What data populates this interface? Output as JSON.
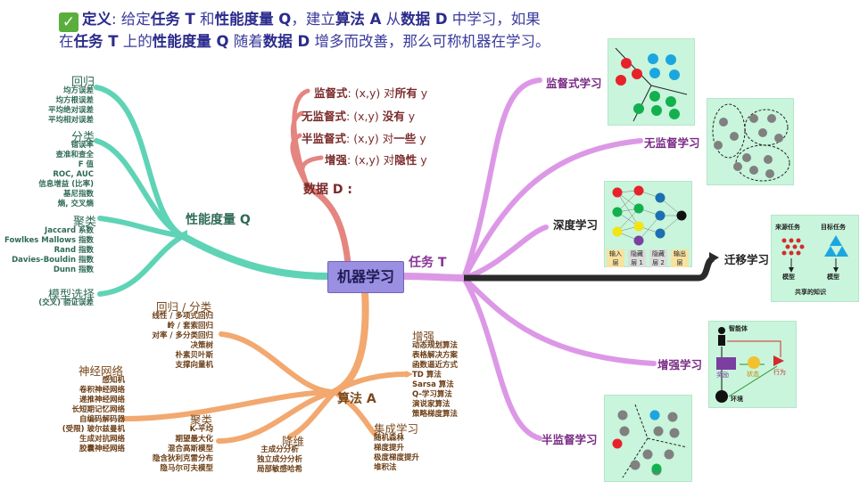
{
  "definition": {
    "line1_parts": [
      "定义",
      ": 给定",
      "任务 T",
      " 和",
      "性能度量 Q",
      "，建立",
      "算法 A",
      " 从",
      "数据 D",
      " 中学习，如果"
    ],
    "line2_parts": [
      "在",
      "任务 T",
      " 上的",
      "性能度量 Q",
      " 随着",
      "数据 D",
      " 增多而改善，那么可称机器在学习。"
    ]
  },
  "center": "机器学习",
  "performance": {
    "label": "性能度量 Q",
    "regression": {
      "title": "回归",
      "items": [
        "均方误差",
        "均方根误差",
        "平均绝对误差",
        "平均相对误差"
      ]
    },
    "classification": {
      "title": "分类",
      "items": [
        "错误率",
        "查准和查全",
        "F 值",
        "ROC, AUC",
        "信息增益 (比率)",
        "基尼指数",
        "熵, 交叉熵"
      ]
    },
    "clustering": {
      "title": "聚类",
      "items": [
        "Jaccard 系数",
        "Fowlkes Mallows 指数",
        "Rand 指数",
        "Davies-Bouldin 指数",
        "Dunn 指数"
      ]
    },
    "model_selection": {
      "title": "模型选择",
      "items": [
        "(交叉) 验证误差"
      ]
    }
  },
  "data": {
    "label": "数据 D :",
    "items": [
      {
        "term": "监督式",
        "desc": ": (x,y) 对",
        "emph": "所有",
        "tail": " y"
      },
      {
        "term": "无监督式",
        "desc": ": (x,y) ",
        "emph": "没有",
        "tail": " y"
      },
      {
        "term": "半监督式",
        "desc": ": (x,y) 对",
        "emph": "一些",
        "tail": " y"
      },
      {
        "term": "增强",
        "desc": ": (x,y) 对",
        "emph": "隐性",
        "tail": " y"
      }
    ]
  },
  "tasks": {
    "label": "任务 T",
    "supervised": "监督式学习",
    "unsupervised": "无监督学习",
    "deep": "深度学习",
    "transfer": "迁移学习",
    "reinforcement": "增强学习",
    "semi": "半监督学习",
    "nn_layers": [
      "输入层",
      "隐藏层 1",
      "隐藏层 2",
      "输出层"
    ],
    "transfer_panel": {
      "source": "来源任务",
      "target": "目标任务",
      "model": "模型",
      "shared": "共享的知识"
    },
    "rl_panel": {
      "agent": "智能体",
      "reward": "奖励",
      "state": "状态",
      "action": "行为",
      "env": "环境"
    }
  },
  "algorithm": {
    "label": "算法 A",
    "reg_cls": {
      "title": "回归 / 分类",
      "items": [
        "线性 / 多项式回归",
        "岭 / 套索回归",
        "对率 / 多分类回归",
        "决策树",
        "朴素贝叶斯",
        "支撑向量机"
      ]
    },
    "neural": {
      "title": "神经网络",
      "items": [
        "感知机",
        "卷积神经网络",
        "递推神经网络",
        "长短期记忆网络",
        "自编码解码器",
        "(受限) 玻尔兹曼机",
        "生成对抗网络",
        "胶囊神经网络"
      ]
    },
    "cluster": {
      "title": "聚类",
      "items": [
        "K-平均",
        "期望最大化",
        "混合高斯模型",
        "隐含狄利克雷分布",
        "隐马尔可夫模型"
      ]
    },
    "dimred": {
      "title": "降维",
      "items": [
        "主成分分析",
        "独立成分分析",
        "局部敏感哈希"
      ]
    },
    "ensemble": {
      "title": "集成学习",
      "items": [
        "随机森林",
        "梯度提升",
        "极度梯度提升",
        "堆积法"
      ]
    },
    "reinforce": {
      "title": "增强",
      "items": [
        "动态规划算法",
        "表格解决方案",
        "函数逼近方式",
        "TD 算法",
        "Sarsa 算法",
        "Q-学习算法",
        "演说家算法",
        "策略梯度算法"
      ]
    }
  },
  "colors": {
    "teal": "#5fd3b6",
    "orange": "#f2a86f",
    "red": "#e5857f",
    "purple": "#dc98e6",
    "center": "#9a8fe0",
    "dark": "#2a2a2a"
  }
}
